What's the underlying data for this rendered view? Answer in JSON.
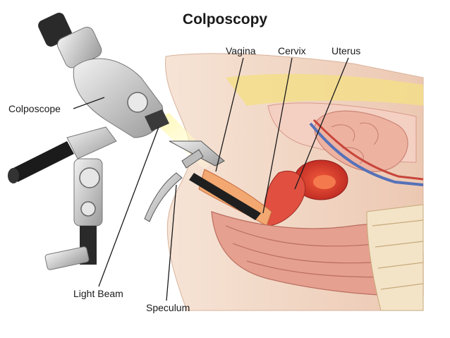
{
  "title": "Colposcopy",
  "labels": {
    "vagina": "Vagina",
    "cervix": "Cervix",
    "uterus": "Uterus",
    "colposcope": "Colposcope",
    "light_beam": "Light Beam",
    "speculum": "Speculum"
  },
  "colors": {
    "skin": "#f0d2bd",
    "tissue": "#e9a79d",
    "uterus_red": "#e0322c",
    "fat_yellow": "#f3de8a",
    "vessel_blue": "#5672b8",
    "instrument_grey": "#d9d9d9",
    "light_beam": "#fff59a"
  }
}
